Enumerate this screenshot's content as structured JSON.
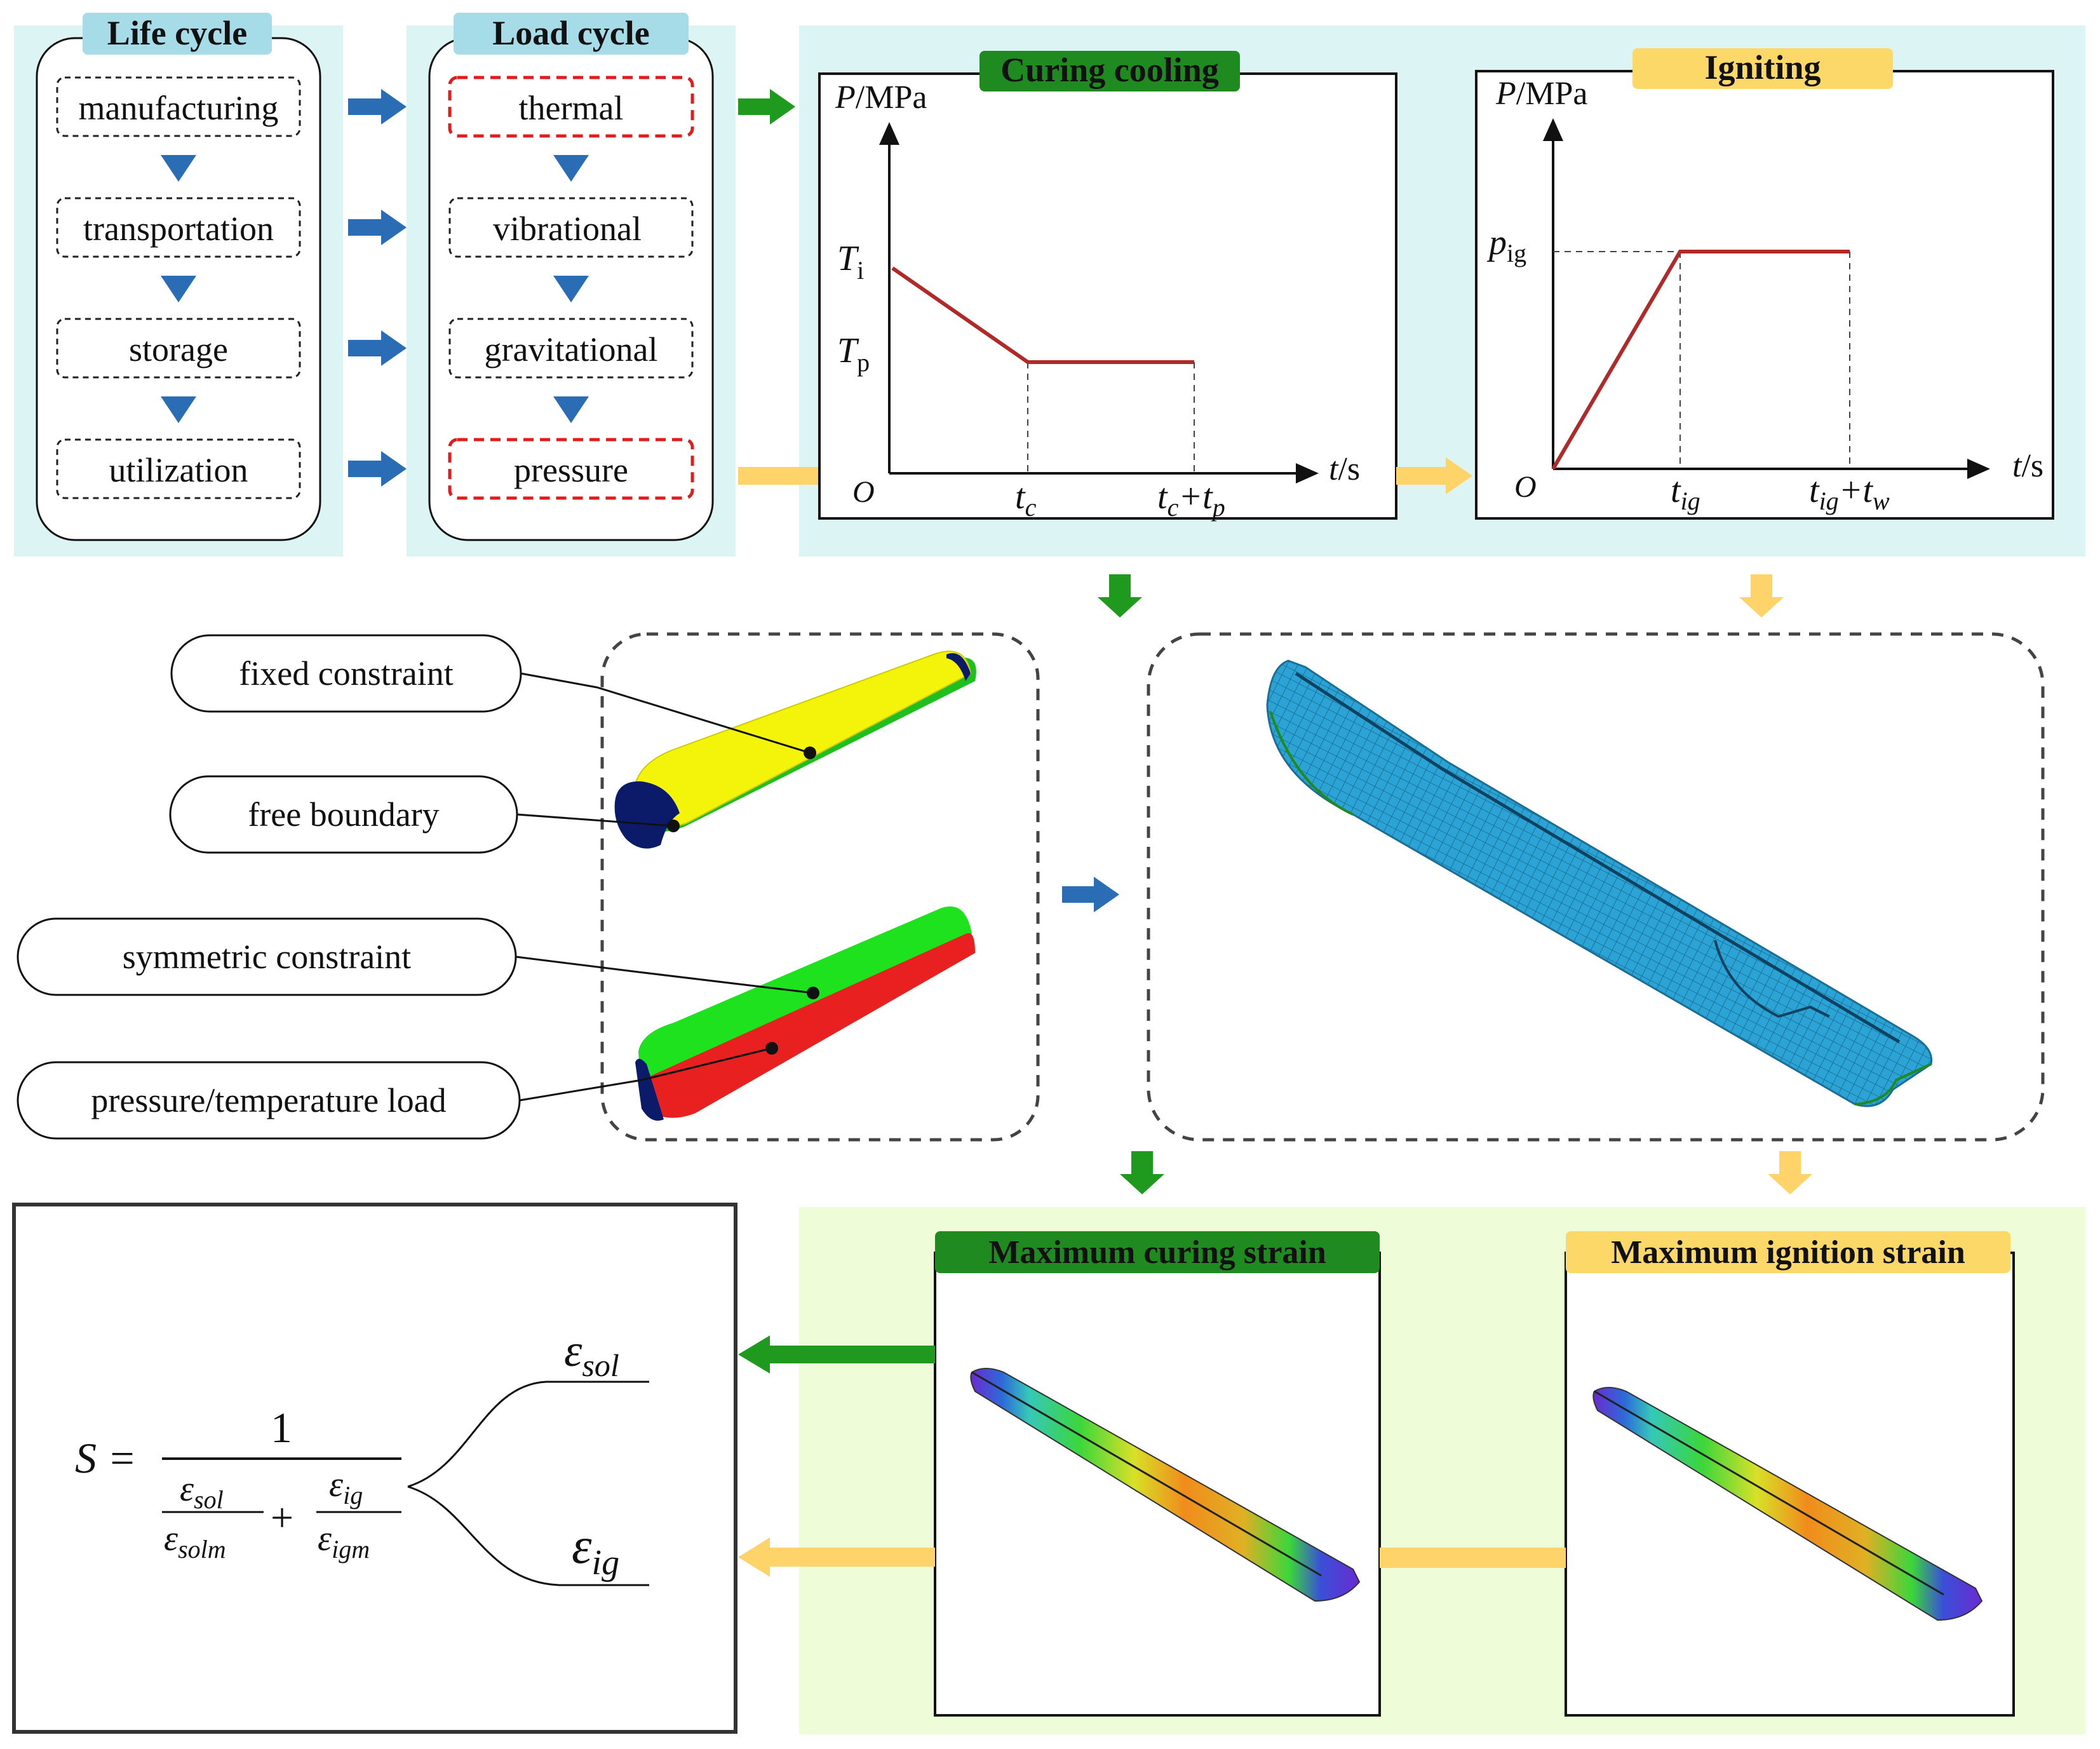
{
  "lifecycle": {
    "title": "Life cycle",
    "items": [
      "manufacturing",
      "transportation",
      "storage",
      "utilization"
    ]
  },
  "loadcycle": {
    "title": "Load cycle",
    "items": [
      "thermal",
      "vibrational",
      "gravitational",
      "pressure"
    ]
  },
  "curing_chart": {
    "title": "Curing cooling",
    "y_label": "P/MPa",
    "x_label": "t/s",
    "origin": "O",
    "y_ticks": [
      {
        "main": "T",
        "sub": "i"
      },
      {
        "main": "T",
        "sub": "p"
      }
    ],
    "x_ticks": [
      {
        "main": "t",
        "sub": "c",
        "tail": ""
      },
      {
        "main": "t",
        "sub": "c",
        "tail": "+t",
        "tail_sub": "p"
      }
    ]
  },
  "igniting_chart": {
    "title": "Igniting",
    "y_label": "P/MPa",
    "x_label": "t/s",
    "origin": "O",
    "y_ticks": [
      {
        "main": "p",
        "sub": "ig"
      }
    ],
    "x_ticks": [
      {
        "main": "t",
        "sub": "ig",
        "tail": ""
      },
      {
        "main": "t",
        "sub": "ig",
        "tail": "+t",
        "tail_sub": "w"
      }
    ]
  },
  "callouts": [
    "fixed constraint",
    "free boundary",
    "symmetric constraint",
    "pressure/temperature load"
  ],
  "results": {
    "curing_label": "Maximum curing strain",
    "ignition_label": "Maximum ignition strain"
  },
  "formula": {
    "lhs": "S =",
    "numerator": "1",
    "eps": "ε",
    "sub_sol": "sol",
    "sub_solm": "solm",
    "sub_ig": "ig",
    "sub_igm": "igm",
    "plus": "+"
  },
  "colors": {
    "panel_cyan": "#dcf4f4",
    "panel_green": "#eefcd8",
    "header_cyan": "#a6dce8",
    "green_label": "#1f8a1f",
    "yellow_label": "#fcd868",
    "blue_arrow": "#2a6db5",
    "green_arrow": "#1f9a1f",
    "yellow_arrow": "#fdd36a",
    "curve_red": "#b02a2a",
    "mesh_blue": "#2ba3d4"
  }
}
